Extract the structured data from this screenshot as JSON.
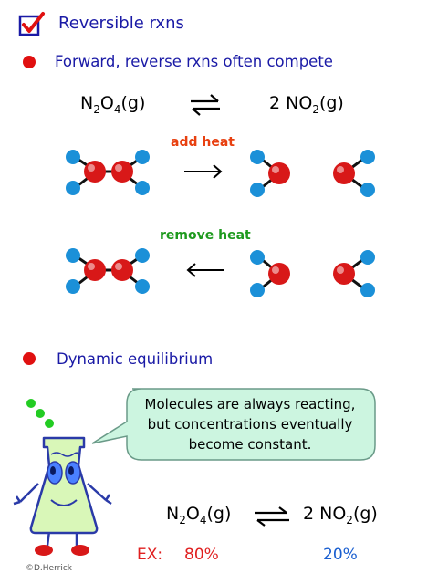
{
  "title": "Reversible rxns",
  "bullet1": "Forward, reverse rxns often compete",
  "eq1": {
    "left_prefix": "N",
    "left_sub1": "2",
    "left_mid": "O",
    "left_sub2": "4",
    "left_suffix": "(g)",
    "right_prefix": "2 NO",
    "right_sub": "2",
    "right_suffix": "(g)"
  },
  "forward_label": "add heat",
  "reverse_label": "remove heat",
  "bullet2": "Dynamic equilibrium",
  "bubble": {
    "line1": "Molecules are always reacting,",
    "line2": "but concentrations eventually",
    "line3": "become constant."
  },
  "eq2": {
    "left_prefix": "N",
    "left_sub1": "2",
    "left_mid": "O",
    "left_sub2": "4",
    "left_suffix": "(g)",
    "right_prefix": "2 NO",
    "right_sub": "2",
    "right_suffix": "(g)"
  },
  "example": {
    "label": "EX:",
    "left_pct": "80%",
    "right_pct": "20%"
  },
  "credit": "©D.Herrick",
  "colors": {
    "text_blue": "#1a1aa6",
    "bullet_red": "#e01010",
    "heat_red": "#e84010",
    "heat_green": "#1e9a1e",
    "atom_red": "#d81818",
    "atom_blue": "#1b90d8",
    "bubble_fill": "#ccf5e0",
    "flask_fill": "#d9f7b8"
  }
}
